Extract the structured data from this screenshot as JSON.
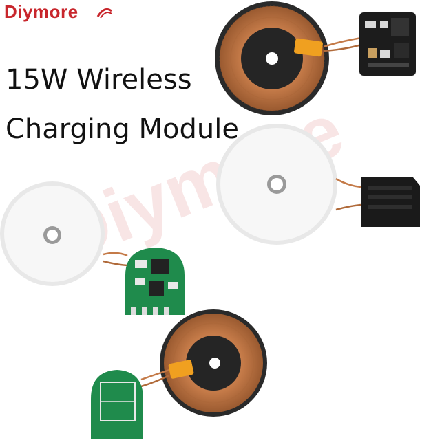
{
  "brand": {
    "name": "Diymore",
    "color": "#c8262c"
  },
  "headline": {
    "line1": "15W Wireless",
    "line2": "Charging Module"
  },
  "watermark": {
    "text": "Diymore"
  },
  "palette": {
    "copper": "#c47a48",
    "copper_dark": "#8a4f2a",
    "pcb_black": "#1c1c1c",
    "pcb_green": "#1f8b4c",
    "pad_white": "#f2f2f2",
    "tape": "#f0a020"
  }
}
